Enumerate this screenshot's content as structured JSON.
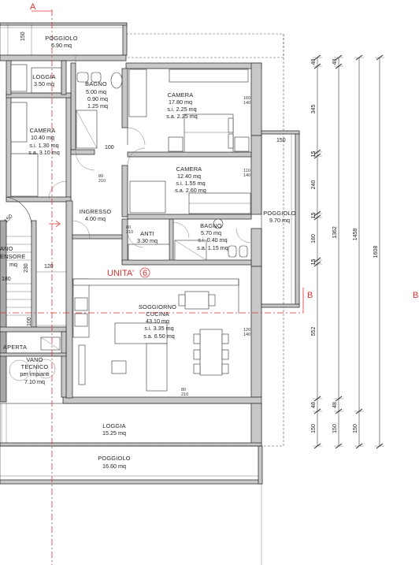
{
  "section_labels": {
    "a": "A",
    "b": "B",
    "b2": "B"
  },
  "unit_label": "UNITA'",
  "unit_number": "6",
  "rooms": {
    "poggiolo_top": {
      "name": "POGGIOLO",
      "area": "6.90 mq"
    },
    "loggia_top": {
      "name": "LOGGIA",
      "area": "3.50 mq"
    },
    "bagno_top": {
      "name": "BAGNO",
      "l1": "5.00 mq",
      "l2": "0.90 mq",
      "l3": "1.25 mq"
    },
    "camera_big": {
      "name": "CAMERA",
      "area": "17.80 mq",
      "si": "s.i.  2.25 mq",
      "sa": "s.a.  2.25 mq"
    },
    "camera_left": {
      "name": "CAMERA",
      "area": "10.40 mq",
      "si": "s.i.  1.30 mq",
      "sa": "s.a. 3.10 mq"
    },
    "camera_mid": {
      "name": "CAMERA",
      "area": "12.40 mq",
      "si": "s.i.  1.55 mq",
      "sa": "s.a.  2.60 mq"
    },
    "ingresso": {
      "name": "INGRESSO",
      "area": "4.00 mq"
    },
    "anti": {
      "name": "ANTI",
      "area": "3.30 mq"
    },
    "bagno_mid": {
      "name": "BAGNO",
      "area": "5.70 mq",
      "si": "s.i.  0.40 mq",
      "sa": "s.a.  1.15 mq"
    },
    "poggiolo_right": {
      "name": "POGGIOLO",
      "area": "9.70 mq"
    },
    "soggiorno": {
      "name": "SOGGIORNO",
      "name2": "CUCINA",
      "area": "43.10 mq",
      "si": "s.i.  3.35 mq",
      "sa": "s.a.  6.50 mq"
    },
    "ascensore": {
      "name": "ANO",
      "name2": "ENSORE",
      "area": "mq"
    },
    "aperta": {
      "name": "APERTA"
    },
    "vano": {
      "name": "VANO",
      "name2": "TECNICO",
      "name3": "per impianti",
      "area": "7.10 mq"
    },
    "loggia_bottom": {
      "name": "LOGGIA",
      "area": "15.25 mq"
    },
    "poggiolo_bottom": {
      "name": "POGGIOLO",
      "area": "16.60 mq"
    }
  },
  "small_dims": {
    "d150_top": "150",
    "d100": "100",
    "d150_right": "150",
    "d120": "120",
    "d180_left": "180",
    "d230": "230",
    "d100_b": "100",
    "d150_circle": "150",
    "d80_210": "80",
    "d210": "210",
    "d80b": "80",
    "d210b": "210",
    "d160": "160",
    "d140": "140",
    "d110": "110",
    "d140b": "140",
    "d120c": "120",
    "d140c": "140",
    "d80c": "80",
    "d210c": "210"
  },
  "right_dims": {
    "col1": [
      "48",
      "345",
      "15",
      "240",
      "15",
      "180",
      "15",
      "552",
      "48",
      "150"
    ],
    "col2": [
      "48",
      "1362",
      "48",
      "150"
    ],
    "col3": [
      "1458",
      "150"
    ],
    "col4": [
      "1608"
    ]
  }
}
